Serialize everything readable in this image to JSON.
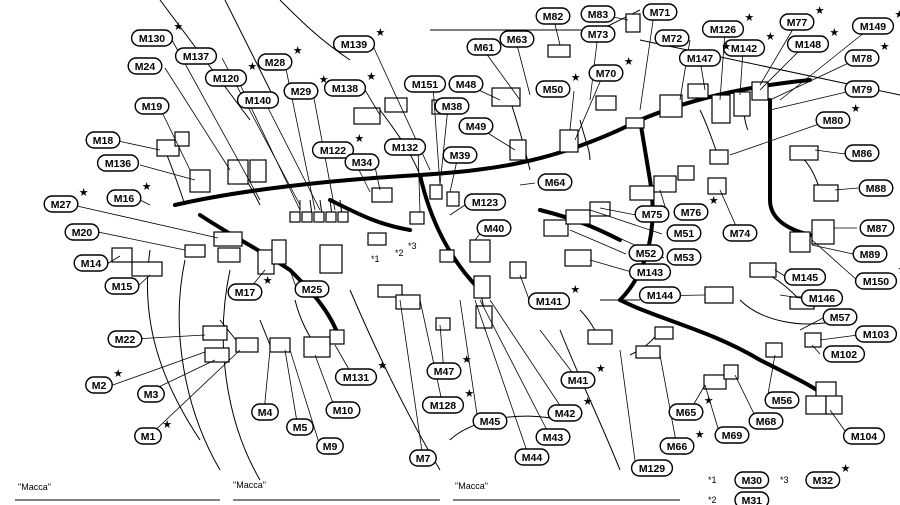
{
  "labels": [
    {
      "id": "M130",
      "star": true
    },
    {
      "id": "M137",
      "star": false
    },
    {
      "id": "M24",
      "star": false
    },
    {
      "id": "M120",
      "star": true
    },
    {
      "id": "M28",
      "star": true
    },
    {
      "id": "M139",
      "star": true
    },
    {
      "id": "M19",
      "star": false
    },
    {
      "id": "M140",
      "star": false
    },
    {
      "id": "M29",
      "star": true
    },
    {
      "id": "M138",
      "star": true
    },
    {
      "id": "M151",
      "star": false
    },
    {
      "id": "M48",
      "star": false
    },
    {
      "id": "M61",
      "star": false
    },
    {
      "id": "M63",
      "star": false
    },
    {
      "id": "M82",
      "star": false
    },
    {
      "id": "M83",
      "star": false
    },
    {
      "id": "M71",
      "star": false
    },
    {
      "id": "M73",
      "star": false
    },
    {
      "id": "M50",
      "star": true
    },
    {
      "id": "M70",
      "star": true
    },
    {
      "id": "M72",
      "star": false
    },
    {
      "id": "M126",
      "star": true
    },
    {
      "id": "M142",
      "star": true
    },
    {
      "id": "M147",
      "star": true
    },
    {
      "id": "M77",
      "star": true
    },
    {
      "id": "M148",
      "star": true
    },
    {
      "id": "M149",
      "star": true
    },
    {
      "id": "M78",
      "star": true
    },
    {
      "id": "M79",
      "star": false
    },
    {
      "id": "M80",
      "star": true
    },
    {
      "id": "M86",
      "star": false
    },
    {
      "id": "M88",
      "star": false
    },
    {
      "id": "M87",
      "star": false
    },
    {
      "id": "M89",
      "star": false
    },
    {
      "id": "M150",
      "star": true
    },
    {
      "id": "M18",
      "star": false
    },
    {
      "id": "M136",
      "star": false
    },
    {
      "id": "M16",
      "star": true
    },
    {
      "id": "M27",
      "star": true
    },
    {
      "id": "M20",
      "star": false
    },
    {
      "id": "M14",
      "star": false
    },
    {
      "id": "M15",
      "star": false
    },
    {
      "id": "M122",
      "star": true
    },
    {
      "id": "M34",
      "star": false
    },
    {
      "id": "M132",
      "star": false
    },
    {
      "id": "M38",
      "star": false
    },
    {
      "id": "M49",
      "star": false
    },
    {
      "id": "M39",
      "star": false
    },
    {
      "id": "M64",
      "star": false
    },
    {
      "id": "M123",
      "star": false
    },
    {
      "id": "M40",
      "star": false
    },
    {
      "id": "M75",
      "star": false
    },
    {
      "id": "M76",
      "star": true
    },
    {
      "id": "M51",
      "star": false
    },
    {
      "id": "M74",
      "star": false
    },
    {
      "id": "M52",
      "star": false
    },
    {
      "id": "M53",
      "star": false
    },
    {
      "id": "M143",
      "star": false
    },
    {
      "id": "M145",
      "star": false
    },
    {
      "id": "M144",
      "star": false
    },
    {
      "id": "M146",
      "star": false
    },
    {
      "id": "M141",
      "star": true
    },
    {
      "id": "M57",
      "star": false
    },
    {
      "id": "M103",
      "star": false
    },
    {
      "id": "M17",
      "star": true
    },
    {
      "id": "M25",
      "star": false
    },
    {
      "id": "M22",
      "star": false
    },
    {
      "id": "M2",
      "star": true
    },
    {
      "id": "M3",
      "star": false
    },
    {
      "id": "M131",
      "star": true
    },
    {
      "id": "M47",
      "star": true
    },
    {
      "id": "M128",
      "star": true
    },
    {
      "id": "M41",
      "star": true
    },
    {
      "id": "M42",
      "star": true
    },
    {
      "id": "M102",
      "star": false
    },
    {
      "id": "M56",
      "star": false
    },
    {
      "id": "M65",
      "star": true
    },
    {
      "id": "M68",
      "star": false
    },
    {
      "id": "M69",
      "star": false
    },
    {
      "id": "M66",
      "star": true
    },
    {
      "id": "M104",
      "star": false
    },
    {
      "id": "M4",
      "star": false
    },
    {
      "id": "M5",
      "star": false
    },
    {
      "id": "M10",
      "star": false
    },
    {
      "id": "M1",
      "star": true
    },
    {
      "id": "M9",
      "star": false
    },
    {
      "id": "M45",
      "star": false
    },
    {
      "id": "M43",
      "star": false
    },
    {
      "id": "M44",
      "star": false
    },
    {
      "id": "M7",
      "star": false
    },
    {
      "id": "M129",
      "star": false
    }
  ],
  "inline_marks": [
    "*1",
    "*2",
    "*3"
  ],
  "footnotes": [
    {
      "mark": "*1",
      "id": "M30",
      "star": false
    },
    {
      "mark": "*3",
      "id": "M32",
      "star": true
    },
    {
      "mark": "*2",
      "id": "M31",
      "star": false
    }
  ],
  "ground_captions": [
    "\"Macca\"",
    "\"Macca\"",
    "\"Macca\""
  ],
  "star_glyph": "★"
}
